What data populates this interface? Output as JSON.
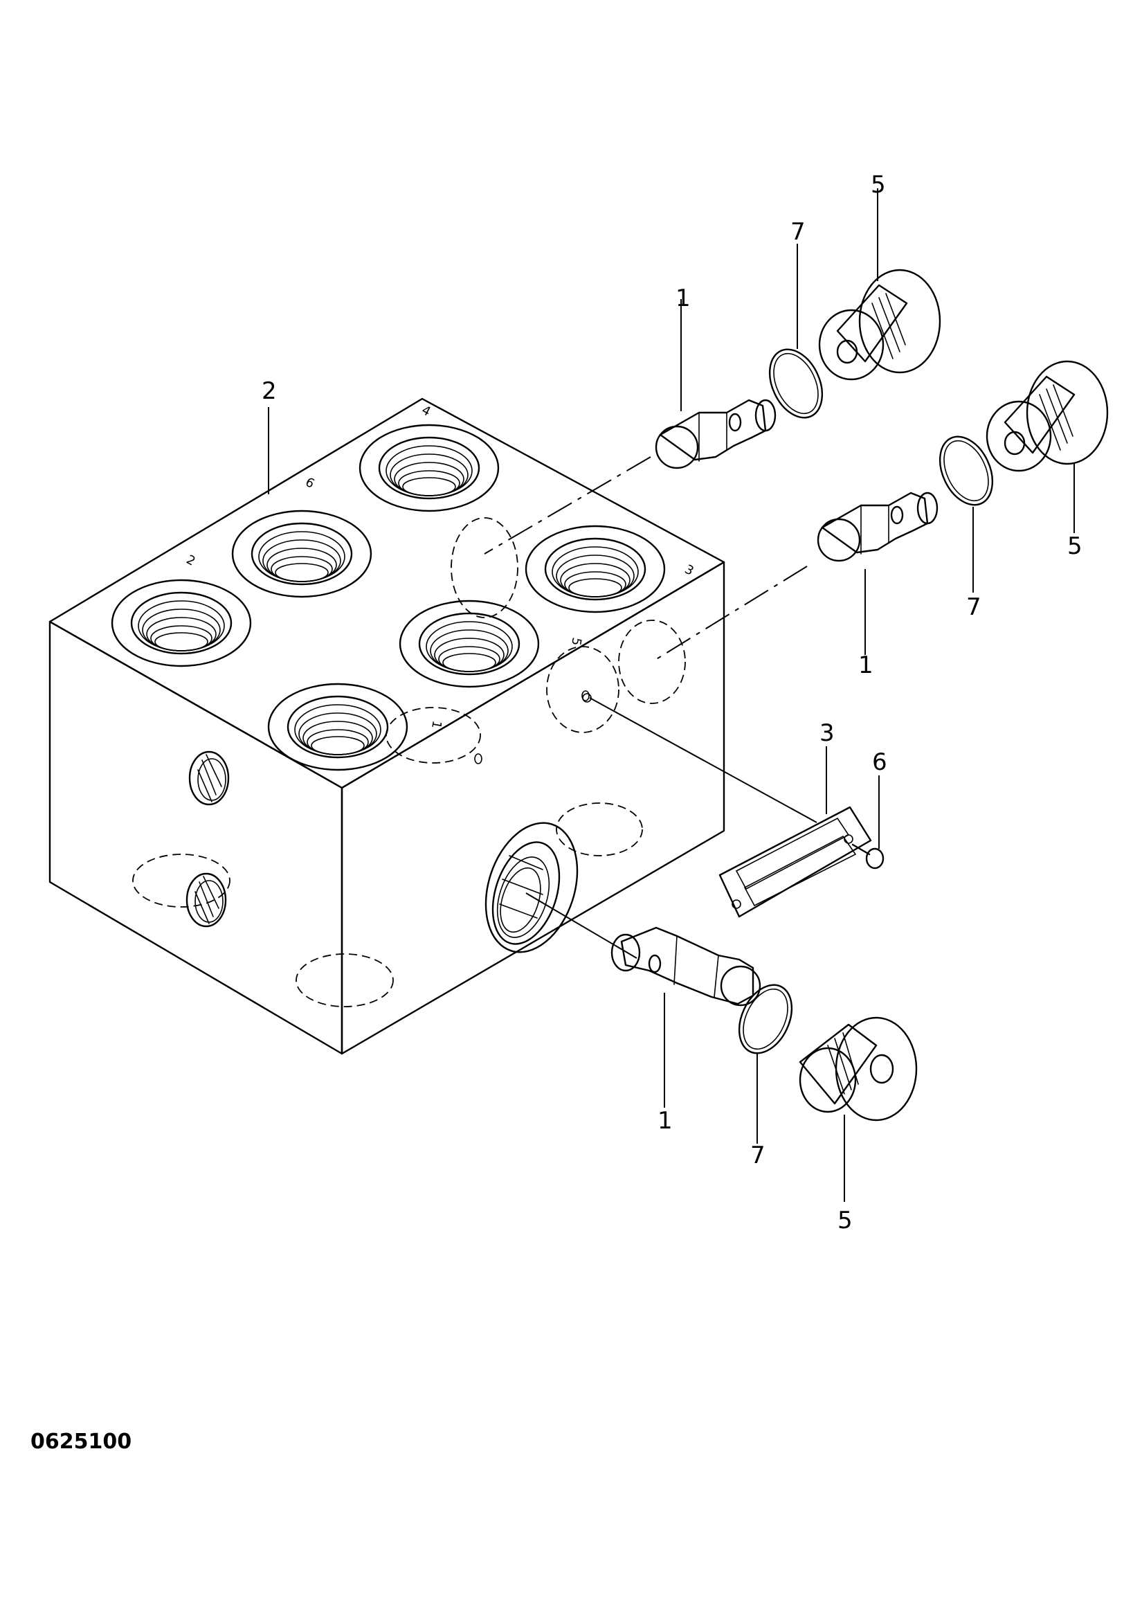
{
  "figure_number": "0625100",
  "port_labels": {
    "p1": "1",
    "p2": "2",
    "p3": "3",
    "p4": "4",
    "p5": "5",
    "p6": "6"
  },
  "callouts": {
    "body": "2",
    "spool_a": "1",
    "spool_b": "1",
    "spool_c": "1",
    "oring_a": "7",
    "oring_b": "7",
    "oring_c": "7",
    "plug_a": "5",
    "plug_b": "5",
    "plug_c": "5",
    "name_plate": "3",
    "screw": "6"
  }
}
